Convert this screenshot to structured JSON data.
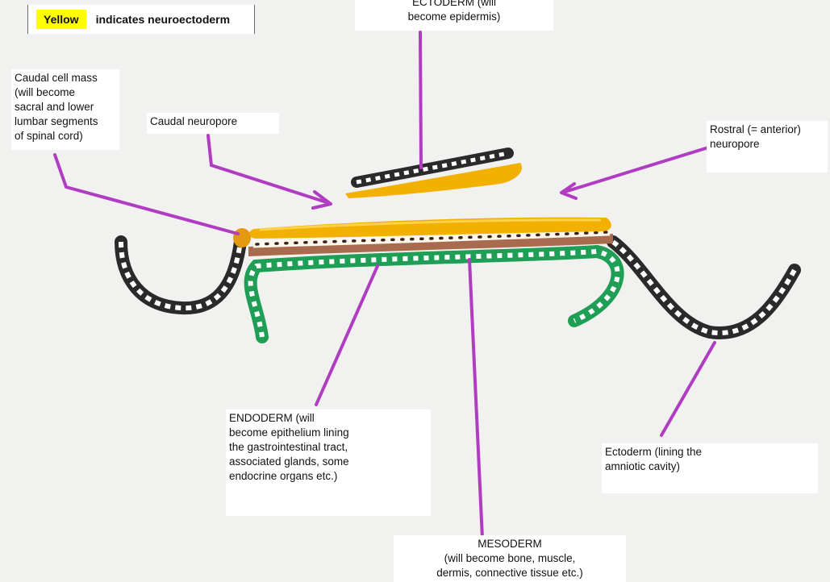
{
  "legend": {
    "swatch_label": "Yellow",
    "swatch_color": "#ffff00",
    "text": "indicates neuroectoderm"
  },
  "labels": {
    "ectoderm_top": "ECTODERM  (will\nbecome epidermis)",
    "caudal_cell_mass": "Caudal cell mass\n (will become\nsacral and lower\nlumbar segments\nof spinal cord)",
    "caudal_neuropore": "Caudal neuropore",
    "rostral_neuropore": "Rostral (= anterior)\nneuropore",
    "endoderm": "ENDODERM   (will\nbecome epithelium lining\nthe gastrointestinal tract,\nassociated glands, some\nendocrine organs etc.)",
    "ectoderm_amniotic": "Ectoderm  (lining the\namniotic cavity)",
    "mesoderm": "MESODERM\n(will become bone, muscle,\ndermis, connective tissue etc.)"
  },
  "colors": {
    "neuroectoderm": "#f2b100",
    "ectoderm": "#2a2a2a",
    "endoderm": "#1f9e55",
    "mesoderm": "#a86b4e",
    "pointer": "#b03cc2"
  }
}
